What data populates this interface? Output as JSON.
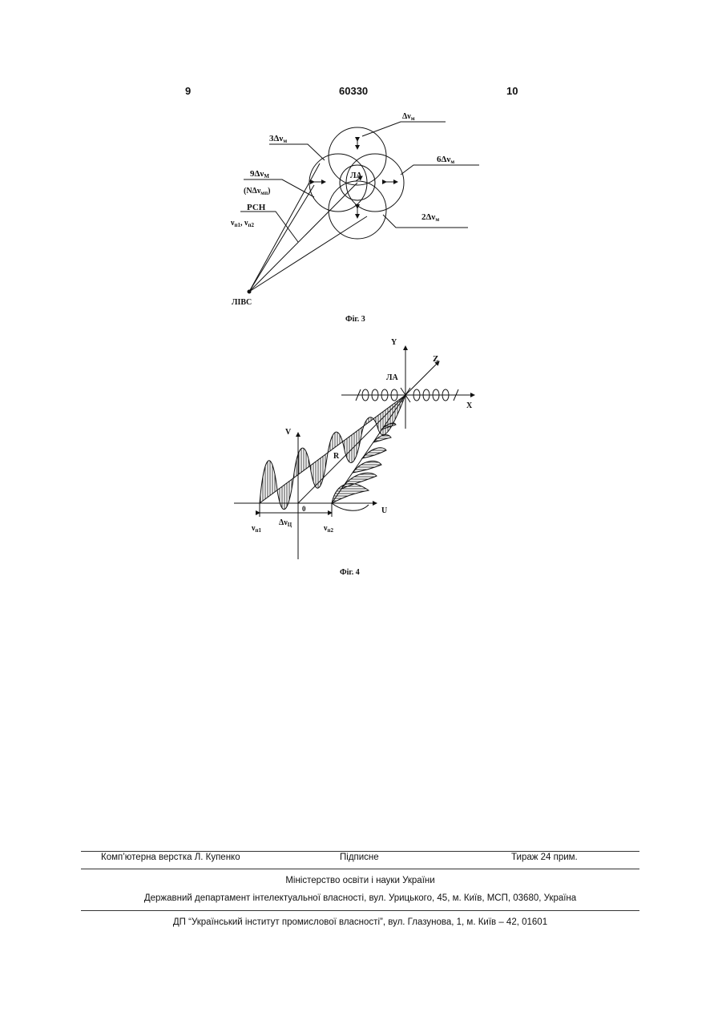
{
  "header": {
    "left_page": "9",
    "patent_number": "60330",
    "right_page": "10"
  },
  "figure3": {
    "caption": "Фіг. 3",
    "labels": {
      "dnu_m": "Δν",
      "dnu_m_sub": "м",
      "three_dnu": "3Δν",
      "three_dnu_sub": "м",
      "nine_dnu": "9Δν",
      "nine_dnu_sub": "М",
      "n_dnu": "(NΔν",
      "n_dnu_sub": "мп",
      "n_dnu_close": ")",
      "six_dnu": "6Δν",
      "six_dnu_sub": "м",
      "two_dnu": "2Δν",
      "two_dnu_sub": "м",
      "rsn": "РСН",
      "nu_p1": "ν",
      "nu_p1_sub": "п1",
      "nu_sep": ", ν",
      "nu_p2_sub": "п2",
      "la": "ЛА",
      "livs": "ЛІВС"
    }
  },
  "figure4": {
    "caption": "Фіг. 4",
    "labels": {
      "y": "Y",
      "z": "Z",
      "x": "X",
      "la": "ЛА",
      "v": "V",
      "u": "U",
      "r": "R",
      "zero": "0",
      "nu_p1": "ν",
      "nu_p1_sub": "п1",
      "dnu": "Δν",
      "dnu_sub": "Ц",
      "nu_p2": "ν",
      "nu_p2_sub": "п2"
    }
  },
  "footer": {
    "typesetting": "Комп’ютерна верстка Л. Купенко",
    "signed": "Підписне",
    "circulation": "Тираж 24 прим.",
    "ministry": "Міністерство освіти і науки України",
    "department": "Державний департамент інтелектуальної власності, вул. Урицького, 45, м. Київ, МСП, 03680, Україна",
    "institute": "ДП “Український інститут промислової власності”, вул. Глазунова, 1, м. Київ – 42, 01601"
  }
}
